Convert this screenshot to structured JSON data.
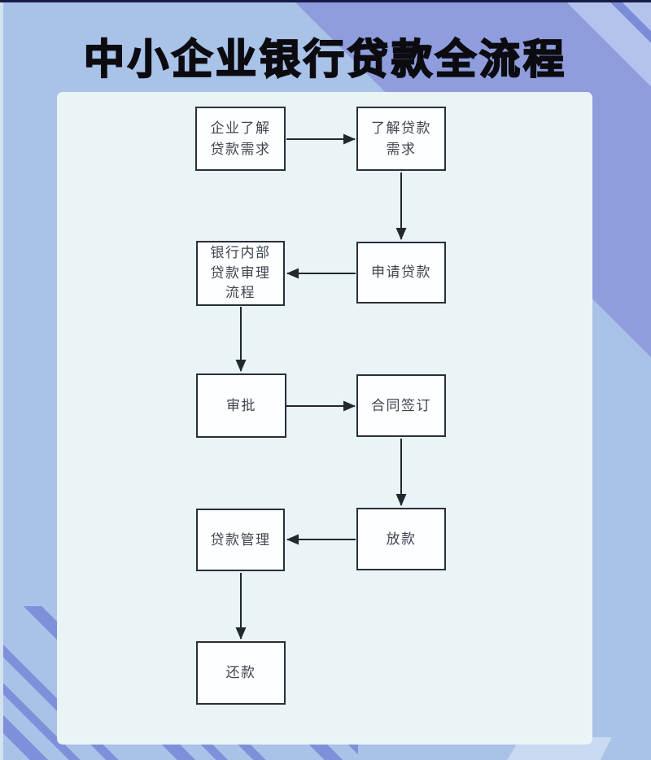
{
  "title": "中小企业银行贷款全流程",
  "flowchart": {
    "nodes": [
      {
        "id": "enterprise-understand-needs",
        "label": "企业了解\n贷款需求"
      },
      {
        "id": "understand-loan-needs",
        "label": "了解贷款\n需求"
      },
      {
        "id": "bank-internal-review-process",
        "label": "银行内部\n贷款审理\n流程"
      },
      {
        "id": "apply-for-loan",
        "label": "申请贷款"
      },
      {
        "id": "approval",
        "label": "审批"
      },
      {
        "id": "contract-signing",
        "label": "合同签订"
      },
      {
        "id": "loan-management",
        "label": "贷款管理"
      },
      {
        "id": "disbursement",
        "label": "放款"
      },
      {
        "id": "repayment",
        "label": "还款"
      }
    ],
    "edges": [
      {
        "from": "enterprise-understand-needs",
        "to": "understand-loan-needs"
      },
      {
        "from": "understand-loan-needs",
        "to": "apply-for-loan"
      },
      {
        "from": "apply-for-loan",
        "to": "bank-internal-review-process"
      },
      {
        "from": "bank-internal-review-process",
        "to": "approval"
      },
      {
        "from": "approval",
        "to": "contract-signing"
      },
      {
        "from": "contract-signing",
        "to": "disbursement"
      },
      {
        "from": "disbursement",
        "to": "loan-management"
      },
      {
        "from": "loan-management",
        "to": "repayment"
      }
    ]
  },
  "colors": {
    "background": "#a9c2e8",
    "accent_band": "#8f9ddd",
    "stripe": "#7e90da",
    "panel": "#e9f4f6",
    "node_fill": "#fcfeff",
    "node_border": "#2b2f38",
    "arrow": "#23272e",
    "title_color": "#0b0b10"
  }
}
